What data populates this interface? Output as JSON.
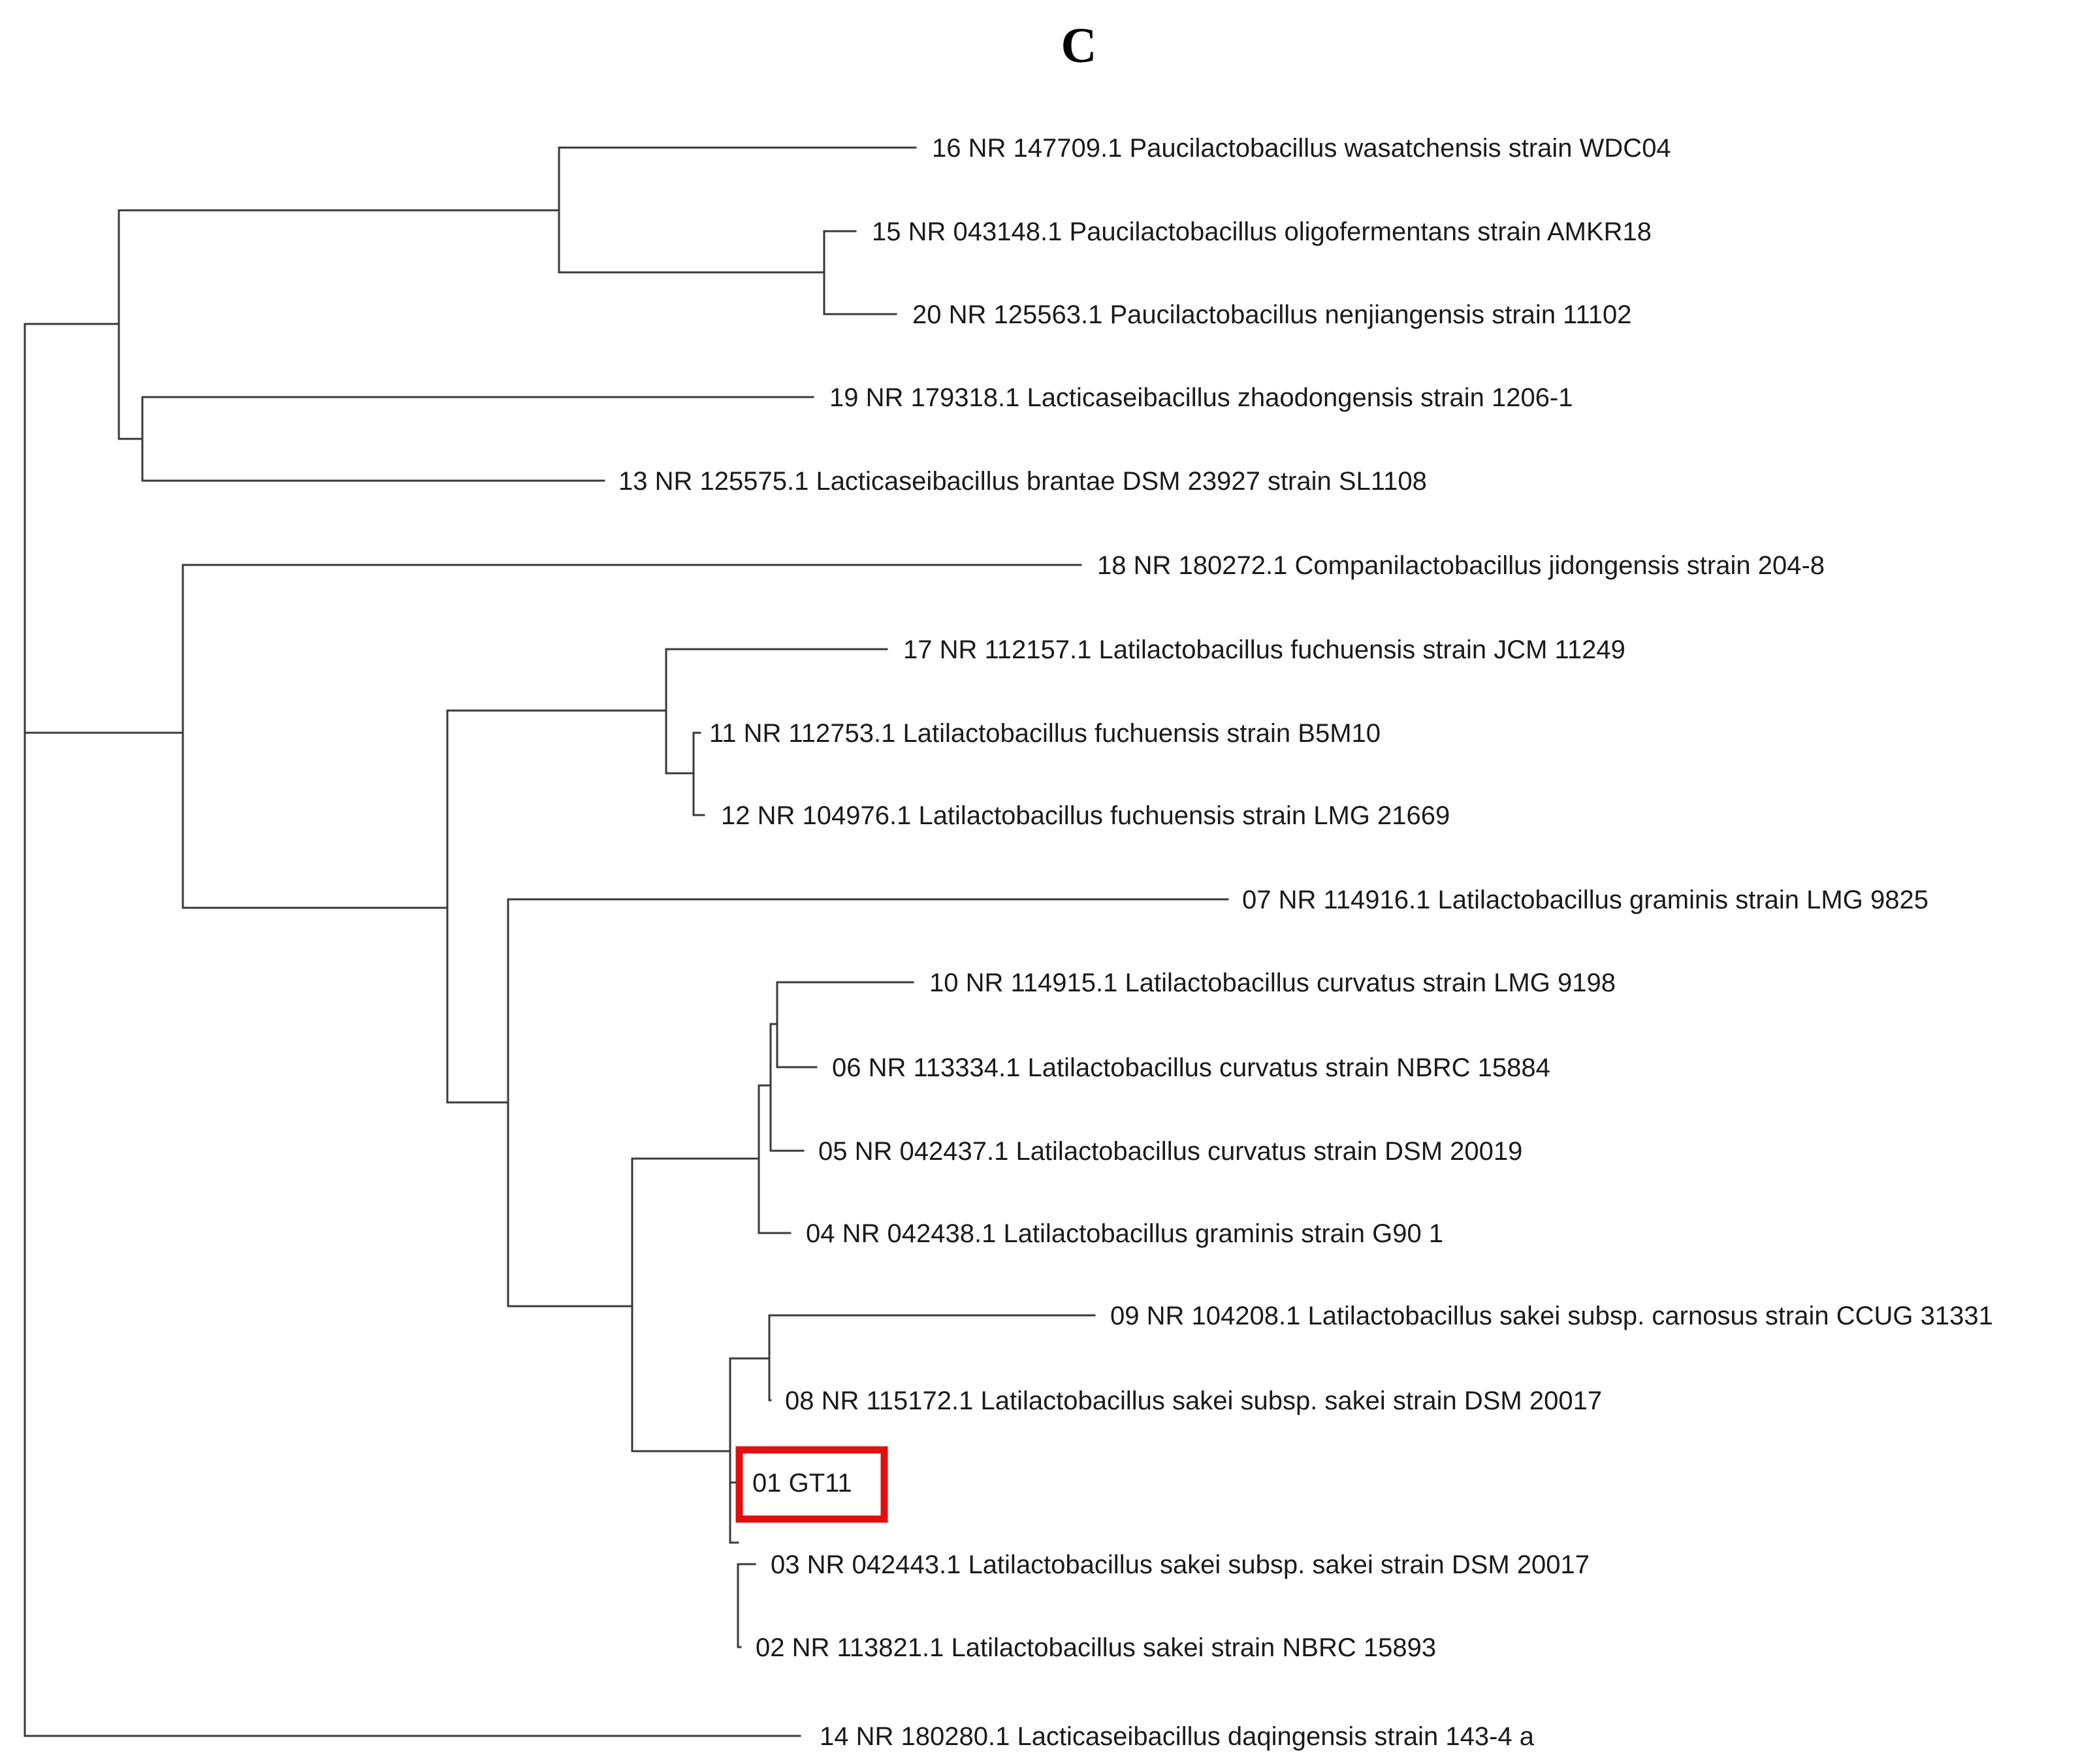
{
  "panel_label": "C",
  "highlight_color": "#e01010",
  "taxa": {
    "t16": "16 NR 147709.1 Paucilactobacillus wasatchensis strain WDC04",
    "t15": "15 NR 043148.1 Paucilactobacillus oligofermentans strain AMKR18",
    "t20": "20 NR 125563.1 Paucilactobacillus nenjiangensis strain 11102",
    "t19": "19 NR 179318.1 Lacticaseibacillus zhaodongensis strain 1206-1",
    "t13": "13 NR 125575.1 Lacticaseibacillus brantae DSM 23927 strain SL1108",
    "t18": "18 NR 180272.1 Companilactobacillus jidongensis strain 204-8",
    "t17": "17 NR 112157.1 Latilactobacillus fuchuensis strain JCM 11249",
    "t11": "11 NR 112753.1 Latilactobacillus fuchuensis strain B5M10",
    "t12": "12 NR 104976.1 Latilactobacillus fuchuensis strain LMG 21669",
    "t07": "07 NR 114916.1 Latilactobacillus graminis strain LMG 9825",
    "t10": "10 NR 114915.1 Latilactobacillus curvatus strain LMG 9198",
    "t06": "06 NR 113334.1 Latilactobacillus curvatus strain NBRC 15884",
    "t05": "05 NR 042437.1 Latilactobacillus curvatus strain DSM 20019",
    "t04": "04 NR 042438.1 Latilactobacillus graminis strain G90 1",
    "t09": "09 NR 104208.1 Latilactobacillus sakei subsp. carnosus strain CCUG 31331",
    "t08": "08 NR 115172.1 Latilactobacillus sakei subsp. sakei strain DSM 20017",
    "t01": "01 GT11",
    "t03": "03 NR 042443.1 Latilactobacillus sakei subsp. sakei strain DSM 20017",
    "t02": "02 NR 113821.1 Latilactobacillus sakei strain NBRC 15893",
    "t14": "14 NR 180280.1 Lacticaseibacillus daqingensis strain 143-4 a"
  }
}
